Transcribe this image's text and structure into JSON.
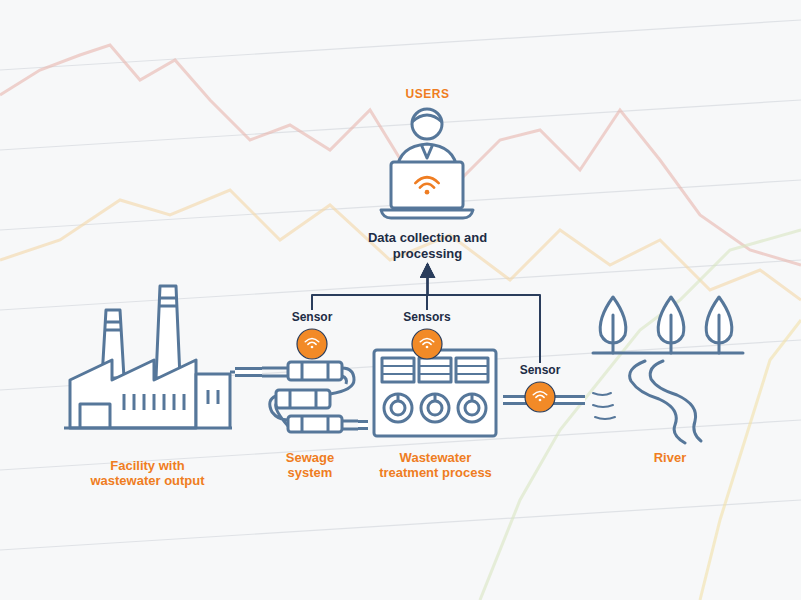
{
  "diagram": {
    "nodes": [
      {
        "text": [
          "USERS",
          "Data collection and processing"
        ]
      },
      {
        "text": [
          "Facility with wastewater output"
        ]
      },
      {
        "text": [
          "Sewage system"
        ]
      },
      {
        "text": [
          "Wastewater treatment process"
        ]
      },
      {
        "text": [
          "River"
        ]
      },
      {
        "text": [
          "Sensor"
        ]
      },
      {
        "text": [
          "Sensors"
        ]
      },
      {
        "text": [
          "Sensor"
        ]
      }
    ],
    "edges": [
      {
        "from": 1,
        "to": 2,
        "arrow": "none"
      },
      {
        "from": 2,
        "to": 3,
        "arrow": "none"
      },
      {
        "from": 3,
        "to": 4,
        "arrow": "none"
      },
      {
        "from": 5,
        "to": 0,
        "arrow": "to"
      },
      {
        "from": 6,
        "to": 0,
        "arrow": "to"
      },
      {
        "from": 7,
        "to": 0,
        "arrow": "to"
      }
    ]
  }
}
